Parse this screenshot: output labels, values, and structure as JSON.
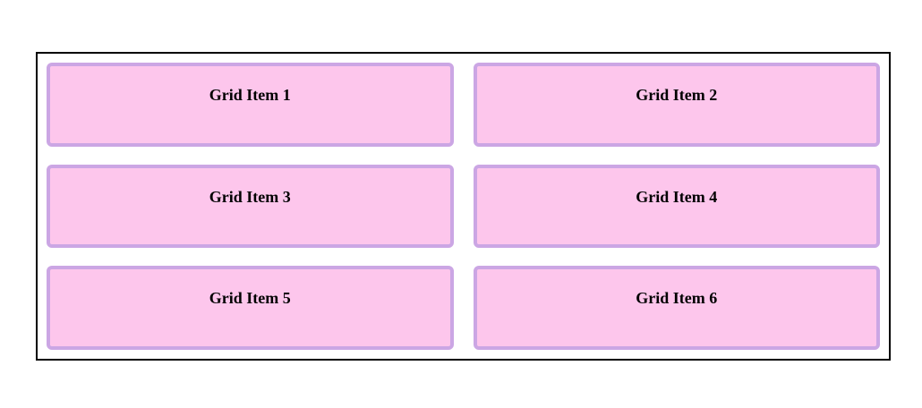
{
  "colors": {
    "page_background": "#ffffff",
    "container_border": "#000000",
    "container_background": "#ffffff",
    "item_background": "#fdc6ec",
    "item_border": "#cba6e4",
    "item_text": "#000000"
  },
  "grid": {
    "columns": 2,
    "rows": 3,
    "items": [
      {
        "label": "Grid Item 1"
      },
      {
        "label": "Grid Item 2"
      },
      {
        "label": "Grid Item 3"
      },
      {
        "label": "Grid Item 4"
      },
      {
        "label": "Grid Item 5"
      },
      {
        "label": "Grid Item 6"
      }
    ]
  }
}
